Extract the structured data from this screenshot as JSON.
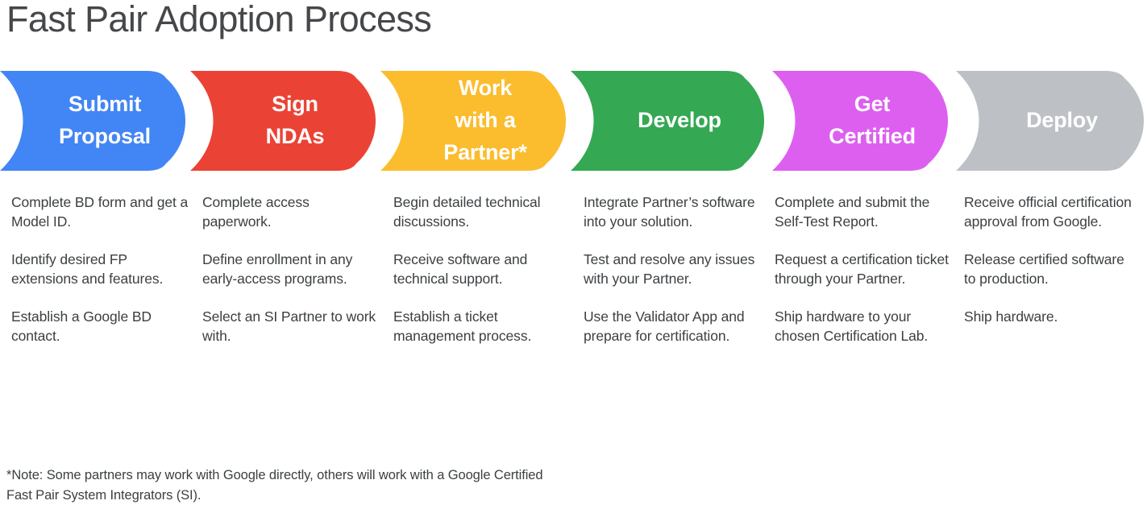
{
  "title": "Fast Pair Adoption Process",
  "colors": {
    "title_text": "#45474a",
    "body_text": "#3c4043",
    "banner_text": "#ffffff",
    "background": "#ffffff"
  },
  "stages": [
    {
      "id": "submit-proposal",
      "label_lines": [
        "Submit",
        "Proposal"
      ],
      "color": "#4285F4",
      "color_name": "blue",
      "items": [
        "Complete BD form and get a Model ID.",
        "Identify desired FP extensions and features.",
        "Establish a Google BD contact."
      ]
    },
    {
      "id": "sign-ndas",
      "label_lines": [
        "Sign",
        "NDAs"
      ],
      "color": "#EA4335",
      "color_name": "red",
      "items": [
        "Complete access paperwork.",
        "Define enrollment in any early-access programs.",
        "Select an SI Partner to work with."
      ]
    },
    {
      "id": "work-with-a-partner",
      "label_lines": [
        "Work",
        "with a",
        "Partner*"
      ],
      "color": "#FBBC2E",
      "color_name": "yellow",
      "items": [
        "Begin detailed technical discussions.",
        "Receive software and technical support.",
        "Establish a ticket management process."
      ]
    },
    {
      "id": "develop",
      "label_lines": [
        "Develop"
      ],
      "color": "#34A853",
      "color_name": "green",
      "items": [
        "Integrate Partner’s software into your solution.",
        "Test and resolve any issues with your Partner.",
        "Use the Validator App and prepare for certification."
      ]
    },
    {
      "id": "get-certified",
      "label_lines": [
        "Get",
        "Certified"
      ],
      "color": "#DD5FF0",
      "color_name": "magenta",
      "items": [
        "Complete and submit the Self-Test Report.",
        "Request a certification ticket through your Partner.",
        "Ship hardware to your chosen Certification Lab."
      ]
    },
    {
      "id": "deploy",
      "label_lines": [
        "Deploy"
      ],
      "color": "#BDC1C6",
      "color_name": "gray",
      "items": [
        "Receive official certification approval from Google.",
        "Release certified software to production.",
        "Ship hardware."
      ]
    }
  ],
  "footnote": "*Note: Some partners may work with Google directly, others will work with a Google Certified Fast Pair System Integrators (SI)."
}
